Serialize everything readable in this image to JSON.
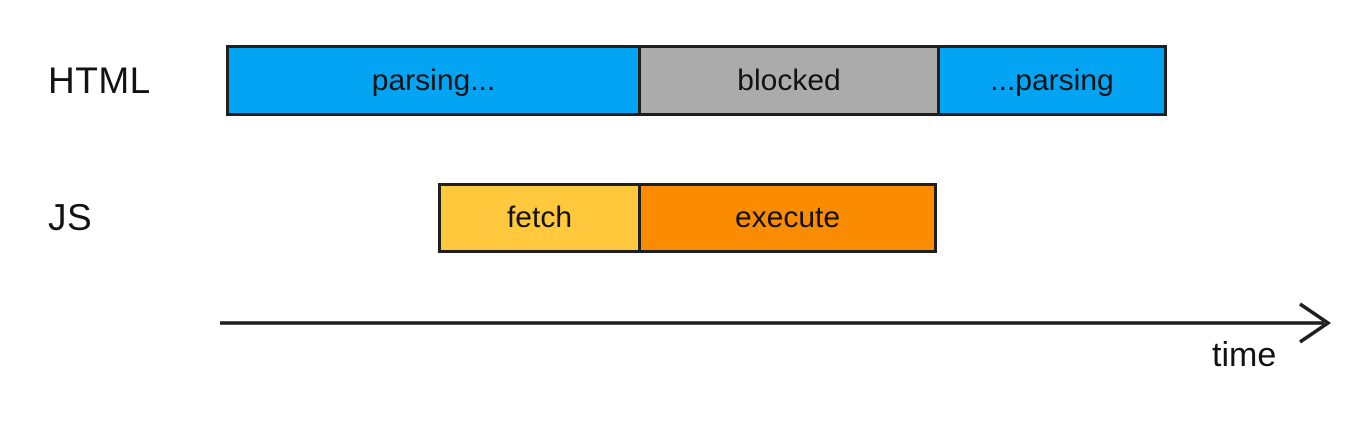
{
  "diagram": {
    "title_semantic": "script loading timeline",
    "rows": [
      {
        "label": "HTML",
        "segments": [
          {
            "label": "parsing...",
            "color_key": "parsing"
          },
          {
            "label": "blocked",
            "color_key": "blocked"
          },
          {
            "label": "...parsing",
            "color_key": "parsing"
          }
        ]
      },
      {
        "label": "JS",
        "segments": [
          {
            "label": "fetch",
            "color_key": "fetch"
          },
          {
            "label": "execute",
            "color_key": "execute"
          }
        ]
      }
    ],
    "axis_label": "time"
  },
  "colors": {
    "parsing": "#03a4f3",
    "blocked": "#ababab",
    "fetch": "#ffc83d",
    "execute": "#fb8b00",
    "border": "#1f1f1f",
    "text": "#121212"
  }
}
